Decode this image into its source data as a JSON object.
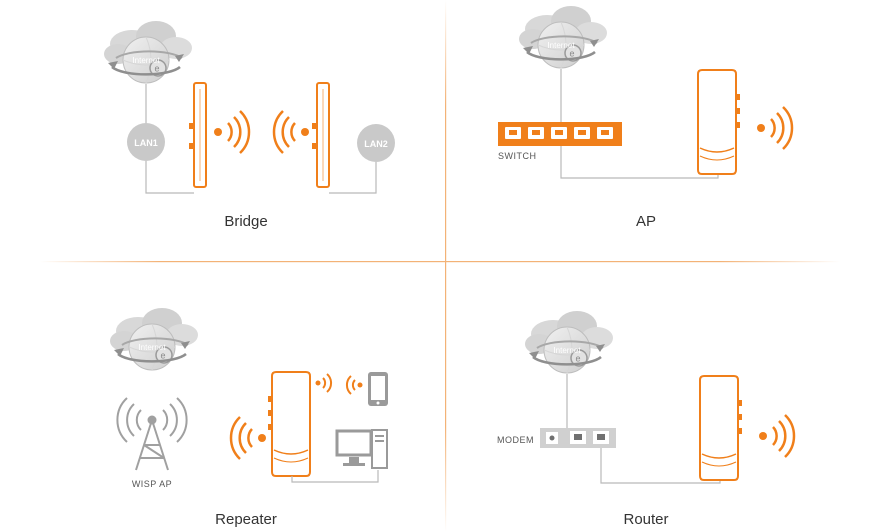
{
  "colors": {
    "accent": "#f07f1a",
    "gray": "#c8c8c8",
    "dark_gray": "#9a9a9a",
    "line": "#b9b9b9",
    "divider": "#f3b276",
    "text": "#333333"
  },
  "labels": {
    "internet": "Internet",
    "lan1": "LAN1",
    "lan2": "LAN2",
    "switch": "SWITCH",
    "wisp_ap": "WISP AP",
    "modem": "MODEM"
  },
  "modes": {
    "bridge": "Bridge",
    "ap": "AP",
    "repeater": "Repeater",
    "router": "Router"
  },
  "icons": [
    "globe-icon",
    "cloud-icon",
    "cpe-device-icon",
    "wifi-signal-icon",
    "switch-icon",
    "phone-icon",
    "computer-icon",
    "tower-icon",
    "modem-icon"
  ]
}
